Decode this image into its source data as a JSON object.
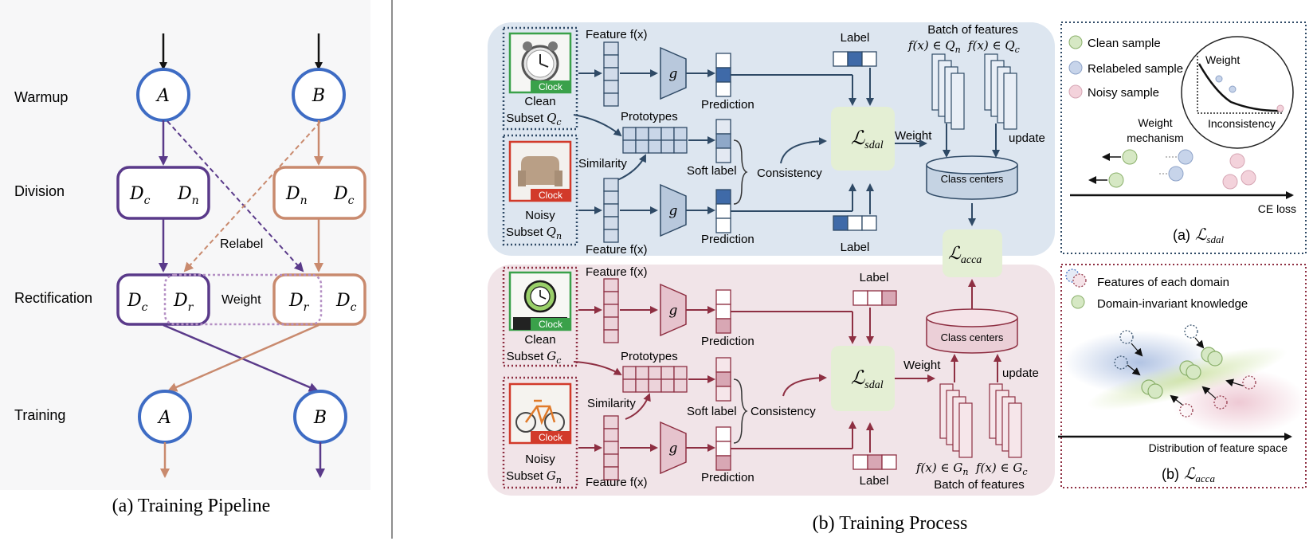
{
  "left": {
    "caption": "(a) Training Pipeline",
    "stages": [
      "Warmup",
      "Division",
      "Rectification",
      "Training"
    ],
    "node_a": "A",
    "node_b": "B",
    "d_c": "D",
    "d_c_sub": "c",
    "d_n": "D",
    "d_n_sub": "n",
    "d_r": "D",
    "d_r_sub": "r",
    "relabel": "Relabel",
    "weight": "Weight"
  },
  "process": {
    "caption": "(b) Training Process",
    "top": {
      "feature": "Feature  f(x)",
      "feature2": "Feature  f(x)",
      "clean_1": "Clean",
      "clean_2": "Subset",
      "clean_sym": "Q",
      "clean_sub": "c",
      "noisy_1": "Noisy",
      "noisy_2": "Subset",
      "noisy_sym": "Q",
      "noisy_sub": "n",
      "clock_tag": "Clock",
      "clock_tag2": "Clock",
      "g1": "g",
      "g2": "g",
      "prediction": "Prediction",
      "prediction2": "Prediction",
      "prototypes": "Prototypes",
      "similarity": "Similarity",
      "soft_label": "Soft label",
      "consistency": "Consistency",
      "label": "Label",
      "label2": "Label",
      "loss": "ℒ",
      "loss_sub": "sdal",
      "weight": "Weight",
      "update": "update",
      "batch": "Batch of features",
      "batch_set1": "f(x) ∈ Q",
      "batch_set1_sub": "n",
      "batch_set2": "f(x) ∈ Q",
      "batch_set2_sub": "c",
      "class_centers": "Class centers"
    },
    "acca": {
      "loss": "ℒ",
      "loss_sub": "acca"
    },
    "bottom": {
      "feature": "Feature  f(x)",
      "feature2": "Feature  f(x)",
      "clean_1": "Clean",
      "clean_2": "Subset",
      "clean_sym": "G",
      "clean_sub": "c",
      "noisy_1": "Noisy",
      "noisy_2": "Subset",
      "noisy_sym": "G",
      "noisy_sub": "n",
      "clock_tag": "Clock",
      "clock_tag2": "Clock",
      "g1": "g",
      "g2": "g",
      "prediction": "Prediction",
      "prediction2": "Prediction",
      "prototypes": "Prototypes",
      "similarity": "Similarity",
      "soft_label": "Soft label",
      "consistency": "Consistency",
      "label": "Label",
      "label2": "Label",
      "loss": "ℒ",
      "loss_sub": "sdal",
      "weight": "Weight",
      "update": "update",
      "batch": "Batch of features",
      "batch_set1": "f(x) ∈ G",
      "batch_set1_sub": "n",
      "batch_set2": "f(x) ∈ G",
      "batch_set2_sub": "c",
      "class_centers": "Class centers"
    }
  },
  "panel_a": {
    "legend": [
      "Clean sample",
      "Relabeled sample",
      "Noisy sample"
    ],
    "weight": "Weight",
    "inconsistency": "Inconsistency",
    "mechanism_1": "Weight",
    "mechanism_2": "mechanism",
    "axis": "CE loss",
    "caption": "(a)",
    "caption_sym": "ℒ",
    "caption_sub": "sdal"
  },
  "panel_b": {
    "legend": [
      "Features of each domain",
      "Domain-invariant knowledge"
    ],
    "axis": "Distribution of feature space",
    "caption": "(b)",
    "caption_sym": "ℒ",
    "caption_sub": "acca"
  },
  "colors": {
    "purple": "#5a3a8a",
    "salmon": "#c98a6e",
    "node_blue": "#3e6cc4",
    "top_bg": "#dde6f0",
    "bottom_bg": "#f1e4e8",
    "navy": "#2f4a66",
    "maroon": "#8e2f42",
    "loss_green": "#e4efd4"
  }
}
